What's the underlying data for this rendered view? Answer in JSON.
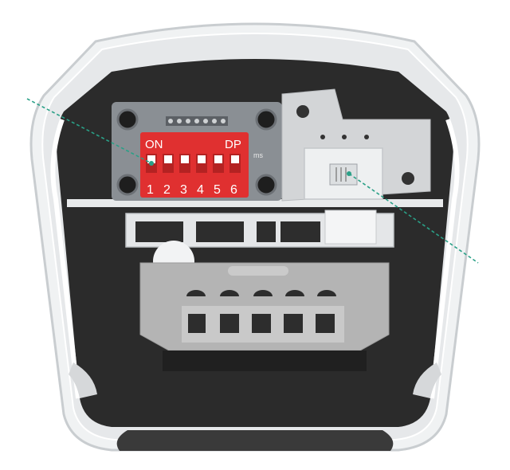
{
  "device": {
    "dip_switch": {
      "on_label": "ON",
      "dp_label": "DP",
      "side_mark": "ms",
      "positions": [
        "1",
        "2",
        "3",
        "4",
        "5",
        "6"
      ]
    },
    "colors": {
      "housing_dark": "#2b2b2b",
      "housing_shell": "#e9ebec",
      "dip_red": "#e03030",
      "dip_pcb": "#8a8f94",
      "metal_plate": "#d3d5d7",
      "terminal_grey": "#b4b4b4",
      "callout_line": "#2aa087"
    }
  }
}
